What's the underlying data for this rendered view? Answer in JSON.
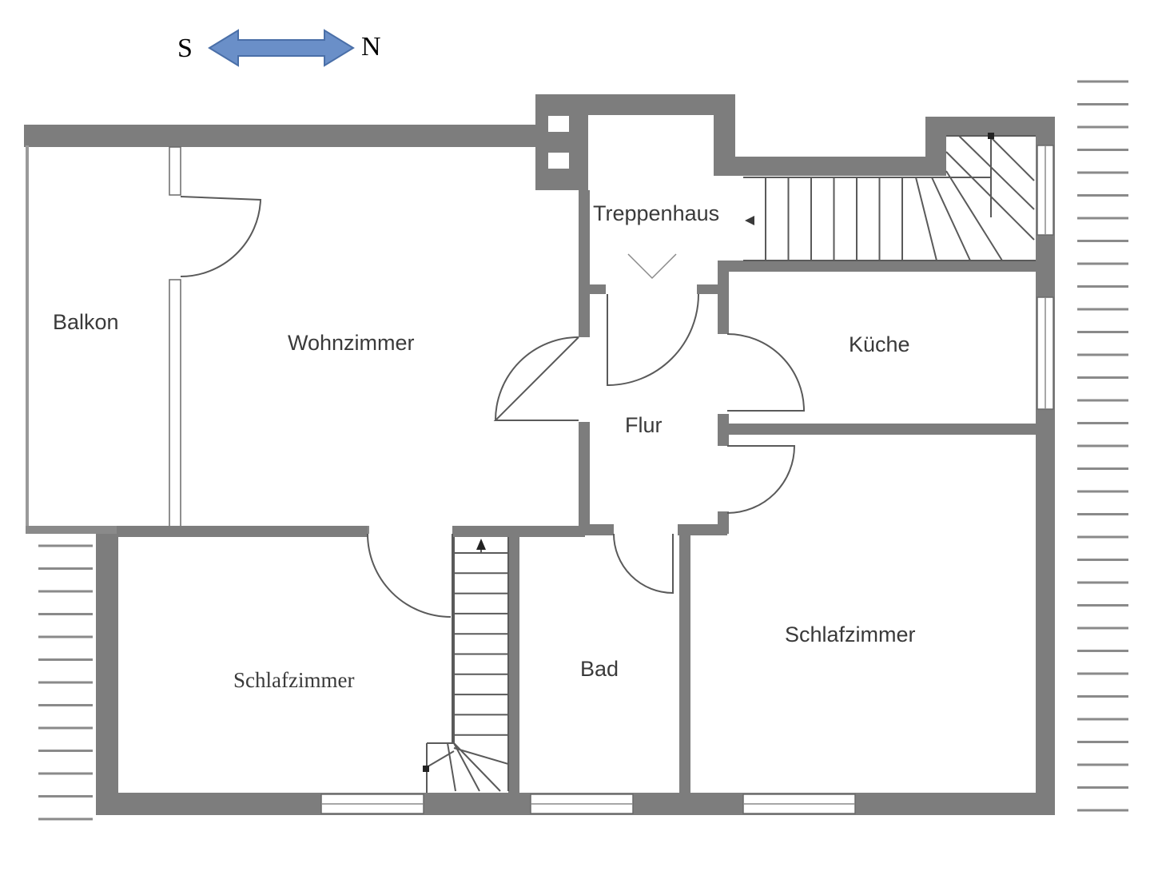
{
  "compass": {
    "south_label": "S",
    "north_label": "N",
    "arrow_color": "#6a8fc8",
    "arrow_stroke": "#4a6fa8"
  },
  "rooms": {
    "balkon": "Balkon",
    "wohnzimmer": "Wohnzimmer",
    "treppenhaus": "Treppenhaus",
    "kueche": "Küche",
    "flur": "Flur",
    "schlafzimmer_sw": "Schlafzimmer",
    "bad": "Bad",
    "schlafzimmer_nw": "Schlafzimmer"
  },
  "colors": {
    "wall": "#7d7d7d",
    "line": "#5a5a5a"
  }
}
